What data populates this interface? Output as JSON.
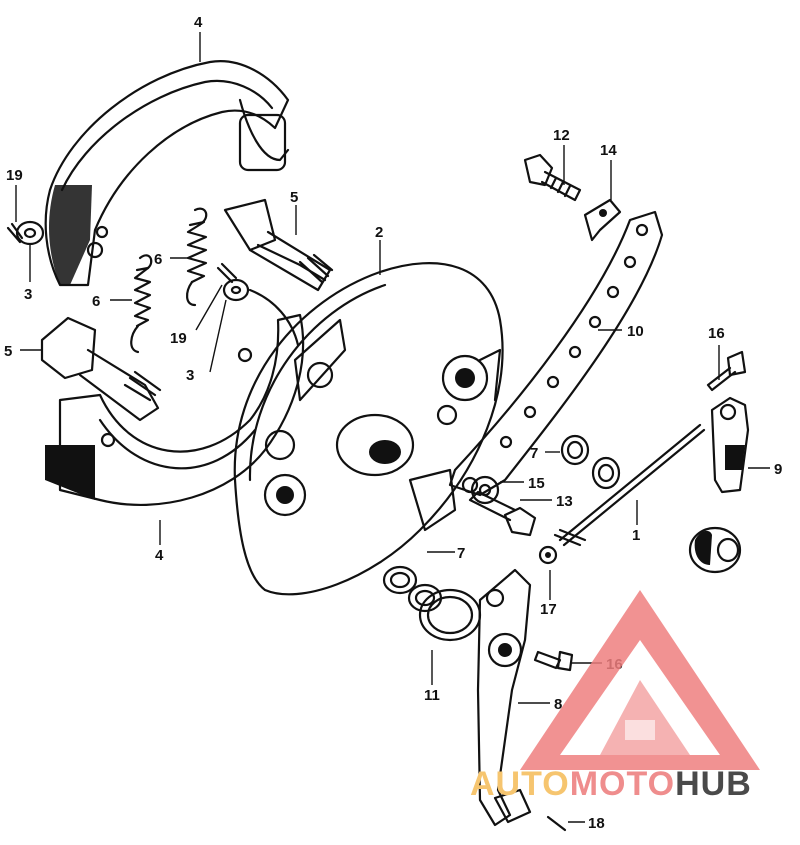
{
  "callouts": [
    {
      "id": "label-4-top",
      "text": "4"
    },
    {
      "id": "label-19-left",
      "text": "19"
    },
    {
      "id": "label-3-left",
      "text": "3"
    },
    {
      "id": "label-6-left",
      "text": "6"
    },
    {
      "id": "label-5-left",
      "text": "5"
    },
    {
      "id": "label-6-mid",
      "text": "6"
    },
    {
      "id": "label-19-mid",
      "text": "19"
    },
    {
      "id": "label-3-mid",
      "text": "3"
    },
    {
      "id": "label-5-upper",
      "text": "5"
    },
    {
      "id": "label-2",
      "text": "2"
    },
    {
      "id": "label-12",
      "text": "12"
    },
    {
      "id": "label-14",
      "text": "14"
    },
    {
      "id": "label-10",
      "text": "10"
    },
    {
      "id": "label-16-right",
      "text": "16"
    },
    {
      "id": "label-9",
      "text": "9"
    },
    {
      "id": "label-7-right",
      "text": "7"
    },
    {
      "id": "label-15",
      "text": "15"
    },
    {
      "id": "label-13",
      "text": "13"
    },
    {
      "id": "label-1",
      "text": "1"
    },
    {
      "id": "label-4-bottom",
      "text": "4"
    },
    {
      "id": "label-7-bottom",
      "text": "7"
    },
    {
      "id": "label-17",
      "text": "17"
    },
    {
      "id": "label-16-bottom",
      "text": "16"
    },
    {
      "id": "label-11",
      "text": "11"
    },
    {
      "id": "label-8",
      "text": "8"
    },
    {
      "id": "label-18",
      "text": "18"
    }
  ],
  "watermark": {
    "part1": "AUTO",
    "part2": "MOTO",
    "part3": "HUB",
    "color_auto": "#f6c56f",
    "color_moto": "#ef8d8d",
    "color_hub": "#4a4a4a",
    "logo_color": "#ef7f7f"
  }
}
